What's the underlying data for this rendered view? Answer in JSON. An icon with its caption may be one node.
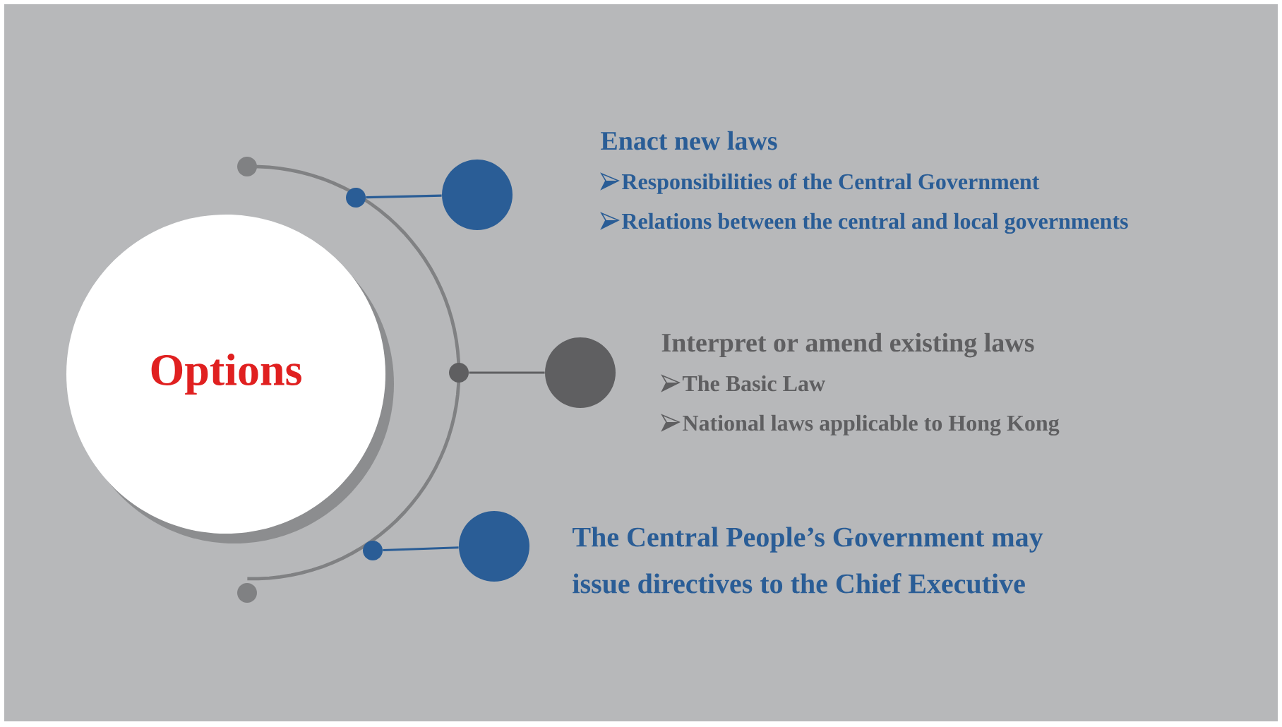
{
  "diagram": {
    "nodes": [
      {
        "text": [
          "Options"
        ]
      },
      {
        "text": [],
        "shape": "circle"
      },
      {
        "text": [],
        "shape": "circle",
        "beside": [
          "Enact new laws",
          "Responsibilities of the Central Government",
          "Relations between the central and local governments"
        ]
      },
      {
        "text": [],
        "shape": "circle"
      },
      {
        "text": [],
        "shape": "circle",
        "beside": [
          "Interpret or amend existing laws",
          "The Basic Law",
          "National laws applicable to Hong Kong"
        ]
      },
      {
        "text": [],
        "shape": "circle"
      },
      {
        "text": [],
        "shape": "circle",
        "beside": [
          "The Central People’s Government may issue directives to the Chief Executive"
        ]
      }
    ],
    "edges": [
      {
        "from": 1,
        "to": 2,
        "arrow": "none"
      },
      {
        "from": 3,
        "to": 4,
        "arrow": "none",
        "color": "#5f5f61"
      },
      {
        "from": 5,
        "to": 6,
        "arrow": "none"
      }
    ]
  }
}
